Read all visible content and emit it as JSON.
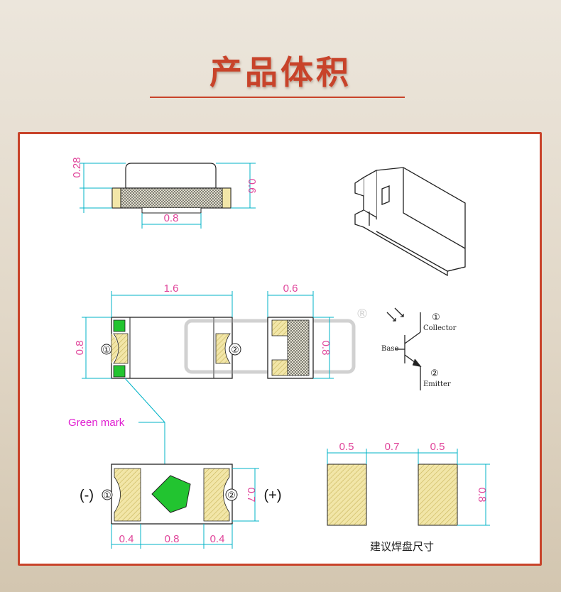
{
  "header": {
    "title": "产品体积"
  },
  "colors": {
    "accent": "#c8432a",
    "dimension": "#00b3c7",
    "dimension_text": "#e0449a",
    "green_mark": "#22c430",
    "pad": "#f2e6a8",
    "label_magenta": "#e01fd1"
  },
  "side_view": {
    "dim_height": "0.28",
    "dim_total": "0.6",
    "dim_bottom": "0.8"
  },
  "top_view": {
    "dim_length": "1.6",
    "dim_width": "0.8",
    "pin1": "①",
    "pin2": "②"
  },
  "end_view": {
    "dim_width": "0.6",
    "dim_height": "0.8"
  },
  "watermark": {
    "registered": "®"
  },
  "schematic": {
    "pin1": "①",
    "collector": "Collector",
    "pin2": "②",
    "emitter": "Emitter",
    "base": "Base"
  },
  "bottom_view": {
    "green_mark_label": "Green mark",
    "minus": "(-)",
    "plus": "(+)",
    "pin1": "①",
    "pin2": "②",
    "dim_pad_height": "0.7",
    "dim_left": "0.4",
    "dim_mid": "0.8",
    "dim_right": "0.4"
  },
  "footprint": {
    "dim_pad1": "0.5",
    "dim_gap": "0.7",
    "dim_pad2": "0.5",
    "dim_height": "0.8",
    "caption": "建议焊盘尺寸"
  }
}
